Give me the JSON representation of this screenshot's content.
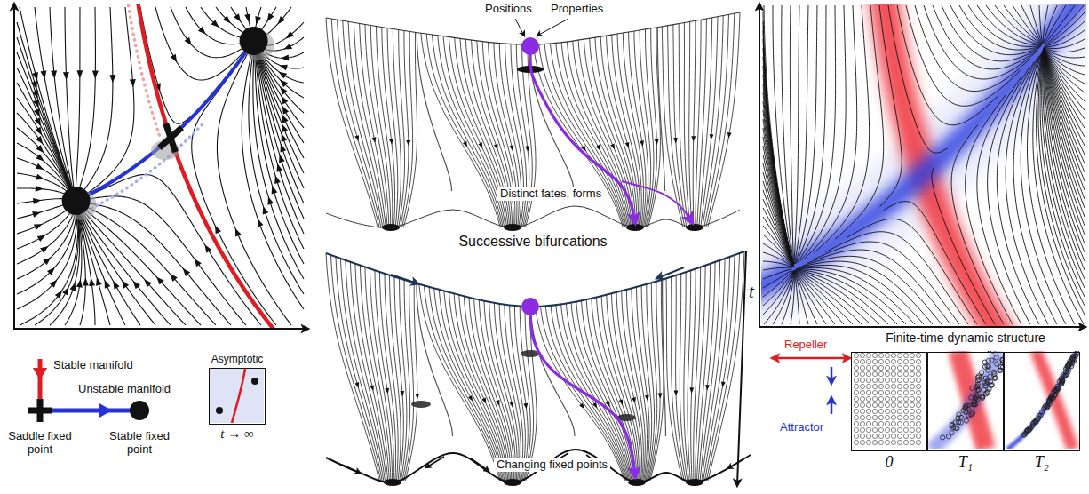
{
  "diagram": {
    "nodes": [
      {
        "text": [
          "Asymptotic",
          "t → ∞"
        ]
      },
      {
        "text": [
          "Finite-time dynamic structure"
        ]
      },
      {
        "text": [
          "0"
        ],
        "in": 1
      },
      {
        "text": [
          "T₁"
        ],
        "in": 1
      },
      {
        "text": [
          "T₂"
        ],
        "in": 1
      }
    ],
    "labels": [
      "Positions",
      "Properties",
      "Distinct fates, forms",
      "Successive bifurcations",
      "t",
      "Changing fixed points"
    ],
    "legend": [
      {
        "text": "Stable manifold"
      },
      {
        "text": "Unstable manifold"
      },
      {
        "text": "Saddle fixed point"
      },
      {
        "text": "Stable fixed point"
      },
      {
        "text": "Repeller"
      },
      {
        "text": "Attractor"
      }
    ]
  }
}
